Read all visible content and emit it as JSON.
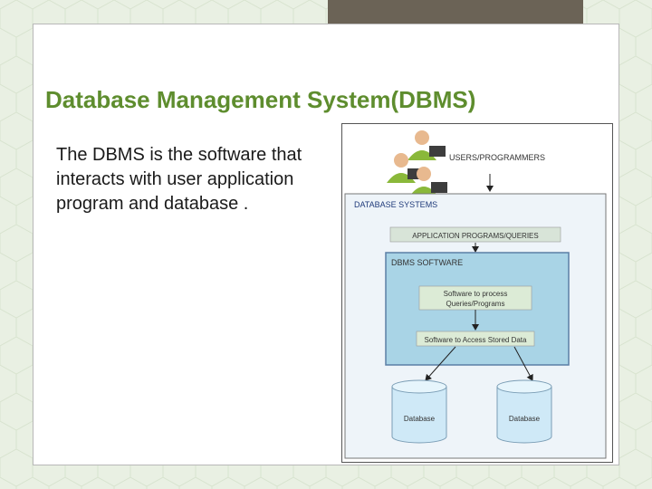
{
  "slide": {
    "title": "Database Management System(DBMS)",
    "body_lines": [
      "The DBMS is the software that",
      "interacts with user application",
      "program and database ."
    ]
  },
  "diagram": {
    "users_label": "USERS/PROGRAMMERS",
    "system_label": "DATABASE SYSTEMS",
    "app_label": "APPLICATION PROGRAMS/QUERIES",
    "dbms_label": "DBMS SOFTWARE",
    "process_label_1": "Software to process",
    "process_label_2": "Queries/Programs",
    "access_label": "Software to Access Stored Data",
    "db_left_label": "Database",
    "db_right_label": "Database"
  },
  "colors": {
    "title": "#5e8d2e",
    "system_box": "#eef4f9",
    "dbms_box": "#a9d4e6",
    "inner_band": "#cfe3cf",
    "cylinder": "#cfe9f7",
    "top_bar": "#6b6356"
  }
}
